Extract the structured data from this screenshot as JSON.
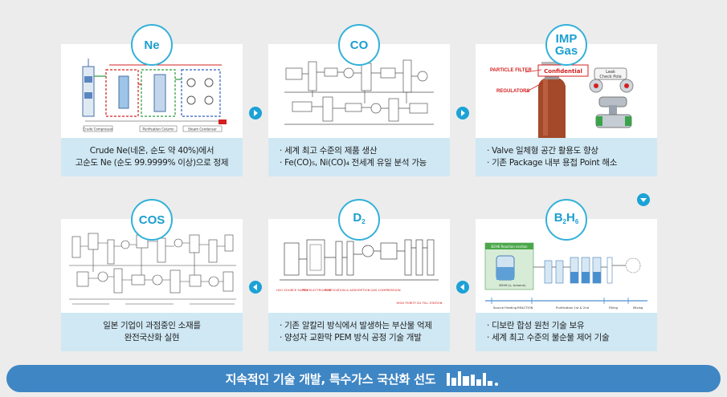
{
  "cards": [
    {
      "badge_main": "Ne",
      "badge_sub": "",
      "lines": [
        "Crude Ne(네온, 순도 약 40%)에서",
        "고순도 Ne (순도 99.9999% 이상)으로 정제"
      ]
    },
    {
      "badge_main": "CO",
      "badge_sub": "",
      "lines": [
        "·  세계 최고 수준의 제품 생산",
        "· Fe(CO)₅, Ni(CO)₄ 전세계 유일 분석 가능"
      ]
    },
    {
      "badge_main": "IMP",
      "badge_sub": "Gas",
      "lines": [
        "· Valve 일체형 공간 활용도 향상",
        "· 기존 Package 내부 용접 Point 해소"
      ]
    },
    {
      "badge_main": "COS",
      "badge_sub": "",
      "lines": [
        "일본 기업이 과점중인 소재를",
        "완전국산화 실현"
      ]
    },
    {
      "badge_main": "D",
      "badge_sub": "2",
      "lines": [
        "· 기존 알칼리 방식에서 발생하는 부산물 억제",
        "· 양성자 교환막 PEM 방식 공정 기술 개발"
      ]
    },
    {
      "badge_main": "B",
      "badge_sub": "2",
      "badge_main2": "H",
      "badge_sub2": "6",
      "lines": [
        "· 디보란 합성 원천 기술 보유",
        "· 세계 최고 수준의 불순물 제어 기술"
      ]
    }
  ],
  "imp_labels": {
    "filter": "PARTICLE FILTER",
    "regulators": "REGULATORS",
    "confidential": "Confidential",
    "leak": "Leak",
    "check_pole": "Check Pole"
  },
  "d2_labels": [
    "H2O SOURCE SUPPLY",
    "PEM ELECTROLYSIS",
    "PURIFICATION & ADSORPTION",
    "GAS COMPRESSION",
    "HIGH PURITY D2 FILL STATION"
  ],
  "b2h6_labels": {
    "header": "B2H6 Reaction section",
    "reactor": "B2H6 (s, toluene)",
    "feeding": "Source Feeding",
    "reaction": "REACTION",
    "purification": "Purification 1st & 2nd",
    "filling": "Filling",
    "mixing": "Mixing"
  },
  "ne_labels": {
    "crude": "Crude Compressor",
    "purification": "Purification Column",
    "steam": "Steam Condenser"
  },
  "footer": {
    "text": "지속적인 기술 개발, 특수가스 국산화 선도"
  },
  "colors": {
    "accent": "#33b1d9",
    "caption_bg": "#cfe8f4",
    "footer_bg": "#3f86c4"
  }
}
